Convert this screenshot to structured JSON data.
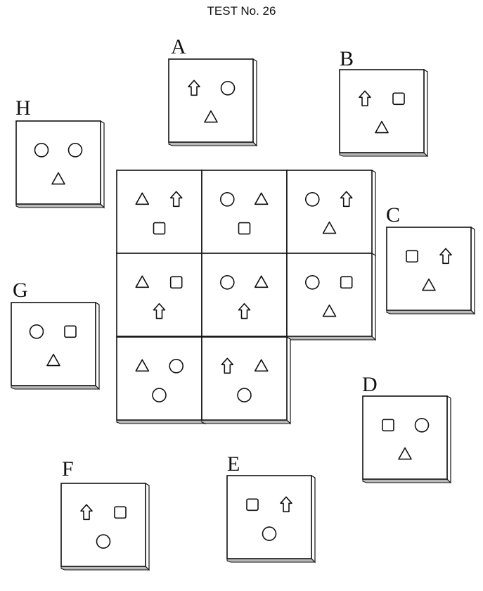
{
  "title": "TEST No. 26",
  "symbol_legend": [
    "circle",
    "square",
    "triangle",
    "arrow-up"
  ],
  "matrix": {
    "cells": [
      {
        "row": 1,
        "col": 1,
        "symbols": [
          "triangle",
          "arrow-up",
          "square"
        ]
      },
      {
        "row": 1,
        "col": 2,
        "symbols": [
          "circle",
          "triangle",
          "square"
        ]
      },
      {
        "row": 1,
        "col": 3,
        "symbols": [
          "circle",
          "arrow-up",
          "triangle"
        ]
      },
      {
        "row": 2,
        "col": 1,
        "symbols": [
          "triangle",
          "square",
          "arrow-up"
        ]
      },
      {
        "row": 2,
        "col": 2,
        "symbols": [
          "circle",
          "triangle",
          "arrow-up"
        ]
      },
      {
        "row": 2,
        "col": 3,
        "symbols": [
          "circle",
          "square",
          "triangle"
        ]
      },
      {
        "row": 3,
        "col": 1,
        "symbols": [
          "triangle",
          "circle",
          "circle"
        ]
      },
      {
        "row": 3,
        "col": 2,
        "symbols": [
          "arrow-up",
          "triangle",
          "circle"
        ]
      }
    ],
    "missing": {
      "row": 3,
      "col": 3
    }
  },
  "options": [
    {
      "letter": "A",
      "symbols": [
        "arrow-up",
        "circle",
        "triangle"
      ]
    },
    {
      "letter": "B",
      "symbols": [
        "arrow-up",
        "square",
        "triangle"
      ]
    },
    {
      "letter": "C",
      "symbols": [
        "square",
        "arrow-up",
        "triangle"
      ]
    },
    {
      "letter": "D",
      "symbols": [
        "square",
        "circle",
        "triangle"
      ]
    },
    {
      "letter": "E",
      "symbols": [
        "square",
        "arrow-up",
        "circle"
      ]
    },
    {
      "letter": "F",
      "symbols": [
        "arrow-up",
        "square",
        "circle"
      ]
    },
    {
      "letter": "G",
      "symbols": [
        "circle",
        "square",
        "triangle"
      ]
    },
    {
      "letter": "H",
      "symbols": [
        "circle",
        "circle",
        "triangle"
      ]
    }
  ]
}
